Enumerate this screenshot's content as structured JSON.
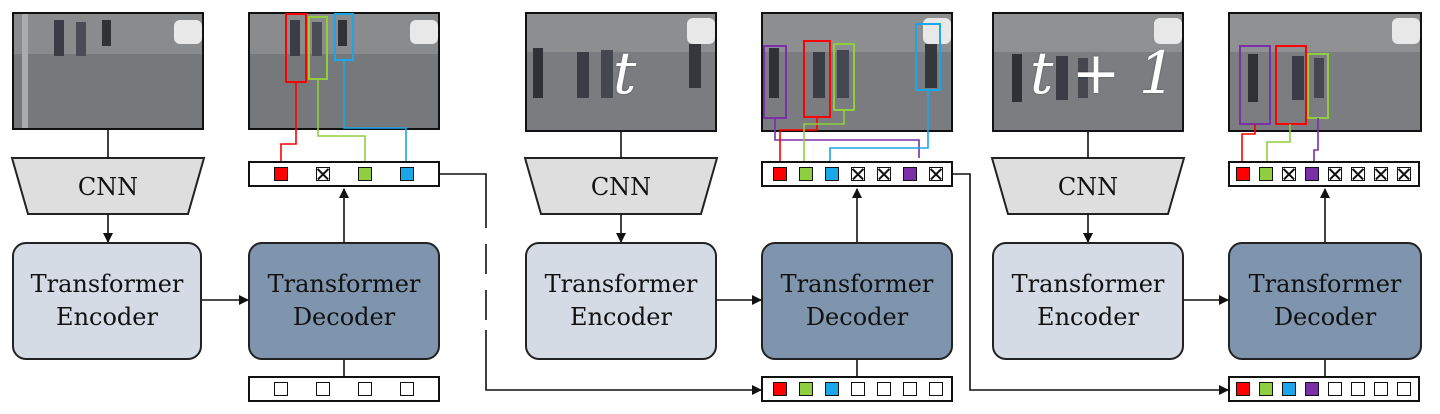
{
  "labels": {
    "cnn": "CNN",
    "encoder": "Transformer\nEncoder",
    "decoder": "Transformer\nDecoder",
    "frame_t": "t",
    "frame_t1": "t + 1"
  },
  "colors": {
    "red": "#ff0000",
    "green": "#8fce3f",
    "cyan": "#1aa6e8",
    "purple": "#7b2fa8",
    "encoder_fill": "#d5dbe5",
    "decoder_fill": "#7f95ad",
    "cnn_fill": "#dedede"
  },
  "stages": [
    {
      "output_queries": [
        "red",
        "empty-x",
        "green",
        "cyan"
      ],
      "input_queries": [
        "empty",
        "empty",
        "empty",
        "empty"
      ]
    },
    {
      "output_queries": [
        "red",
        "green",
        "cyan",
        "empty-x",
        "empty-x",
        "purple",
        "empty-x"
      ],
      "input_queries": [
        "red",
        "green",
        "cyan",
        "empty",
        "empty",
        "empty",
        "empty"
      ]
    },
    {
      "output_queries": [
        "red",
        "green",
        "empty-x",
        "purple",
        "empty-x",
        "empty-x",
        "empty-x",
        "empty-x"
      ],
      "input_queries": [
        "red",
        "green",
        "cyan",
        "purple",
        "empty",
        "empty",
        "empty",
        "empty"
      ]
    }
  ]
}
